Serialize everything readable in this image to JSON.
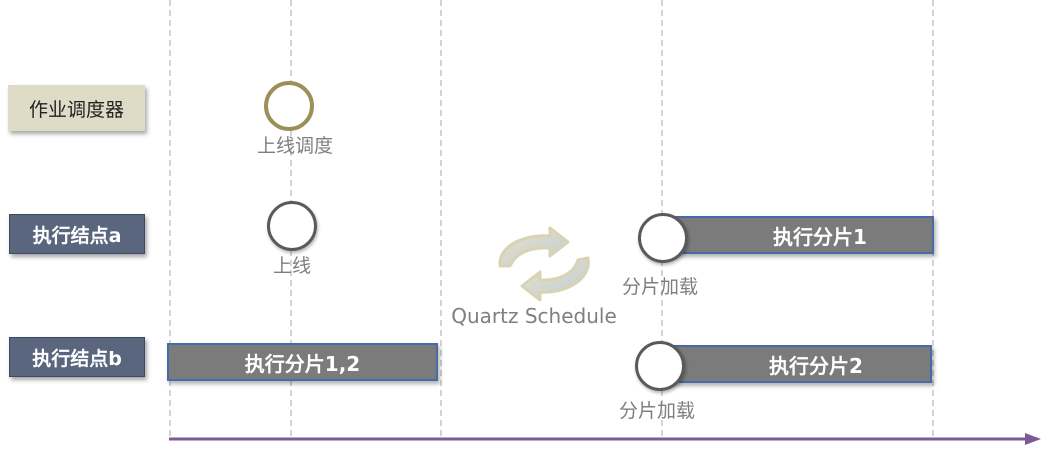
{
  "rows": {
    "scheduler": {
      "label": "作业调度器"
    },
    "node_a": {
      "label": "执行结点a"
    },
    "node_b": {
      "label": "执行结点b"
    }
  },
  "events": {
    "online_schedule": {
      "caption": "上线调度"
    },
    "online": {
      "caption": "上线"
    },
    "load_shard_a": {
      "caption": "分片加载"
    },
    "load_shard_b": {
      "caption": "分片加载"
    }
  },
  "bars": {
    "node_b_shards": {
      "label": "执行分片1,2"
    },
    "node_a_shard": {
      "label": "执行分片1"
    },
    "node_b_shard": {
      "label": "执行分片2"
    }
  },
  "quartz": {
    "label": "Quartz Schedule"
  },
  "colors": {
    "scheduler_bg": "#dedbc7",
    "node_bg": "#59667e",
    "bar_fill": "#7b7b7b",
    "bar_border": "#4a69a8",
    "axis": "#7b5a95",
    "circle_gold": "#9b8f5a"
  }
}
